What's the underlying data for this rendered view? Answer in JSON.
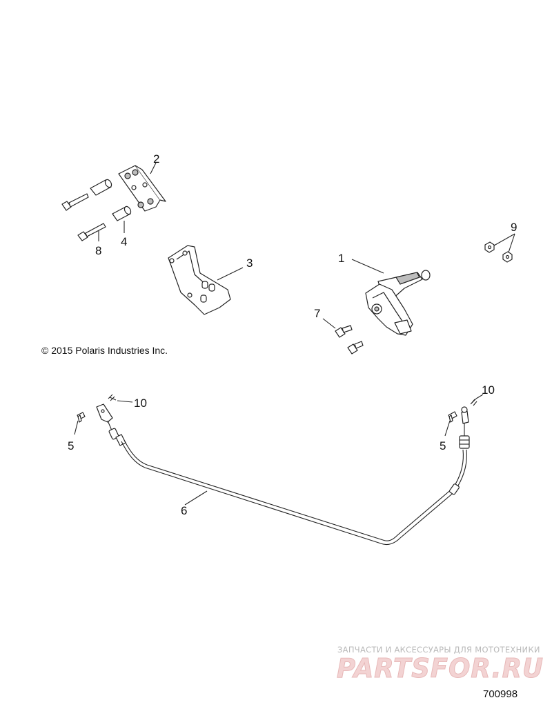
{
  "callouts": {
    "c1": "1",
    "c2": "2",
    "c3": "3",
    "c4": "4",
    "c5_left": "5",
    "c5_right": "5",
    "c6": "6",
    "c7": "7",
    "c8": "8",
    "c9": "9",
    "c10_left": "10",
    "c10_right": "10"
  },
  "copyright": "© 2015 Polaris Industries Inc.",
  "figure_number": "700998",
  "watermark": {
    "tagline": "ЗАПЧАСТИ И АКСЕССУАРЫ ДЛЯ МОТОТЕХНИКИ",
    "logo": "PARTSFOR.RU"
  }
}
